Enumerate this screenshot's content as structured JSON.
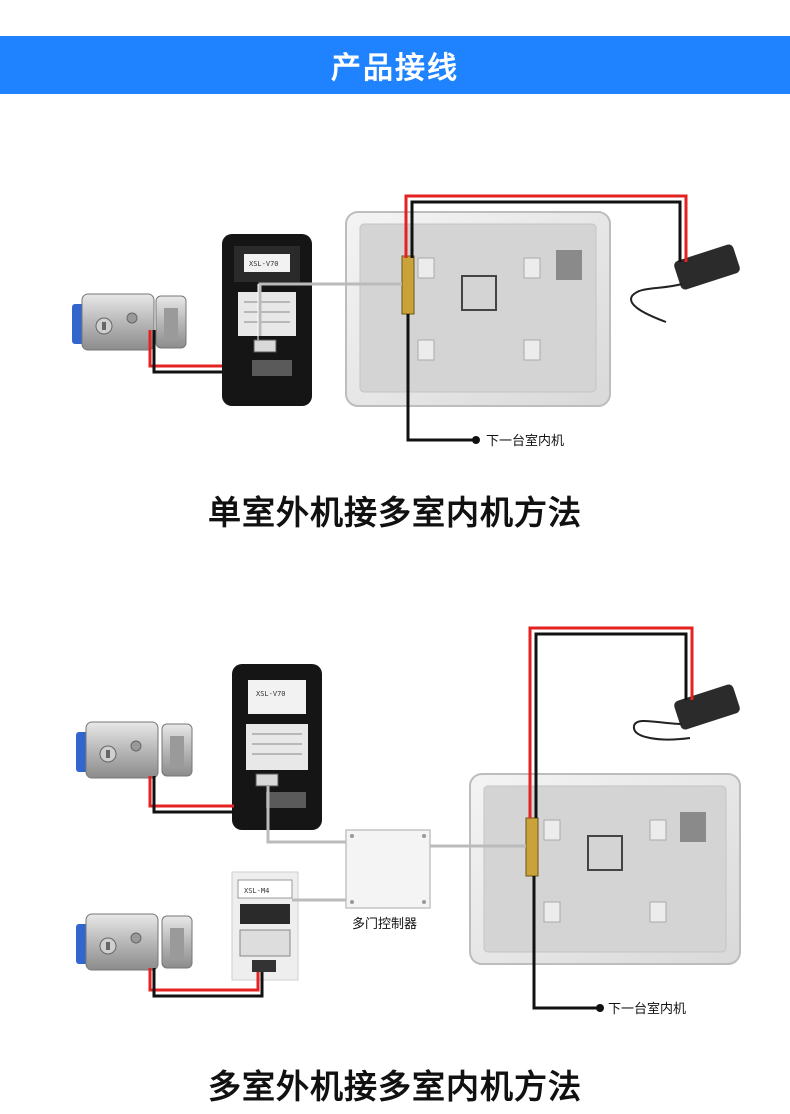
{
  "header": {
    "title": "产品接线"
  },
  "diagram1": {
    "title": "单室外机接多室内机方法",
    "next_monitor_label": "下一台室内机",
    "outdoor_unit_model": "XSL-V70"
  },
  "diagram2": {
    "title": "多室外机接多室内机方法",
    "next_monitor_label": "下一台室内机",
    "controller_label": "多门控制器",
    "outdoor_unit_model": "XSL-V70",
    "second_outdoor_model": "XSL-M4"
  },
  "colors": {
    "banner": "#1f83ff",
    "power_wire": "#e52222",
    "ground_wire": "#111111",
    "signal_wire": "#bbbbbb"
  }
}
